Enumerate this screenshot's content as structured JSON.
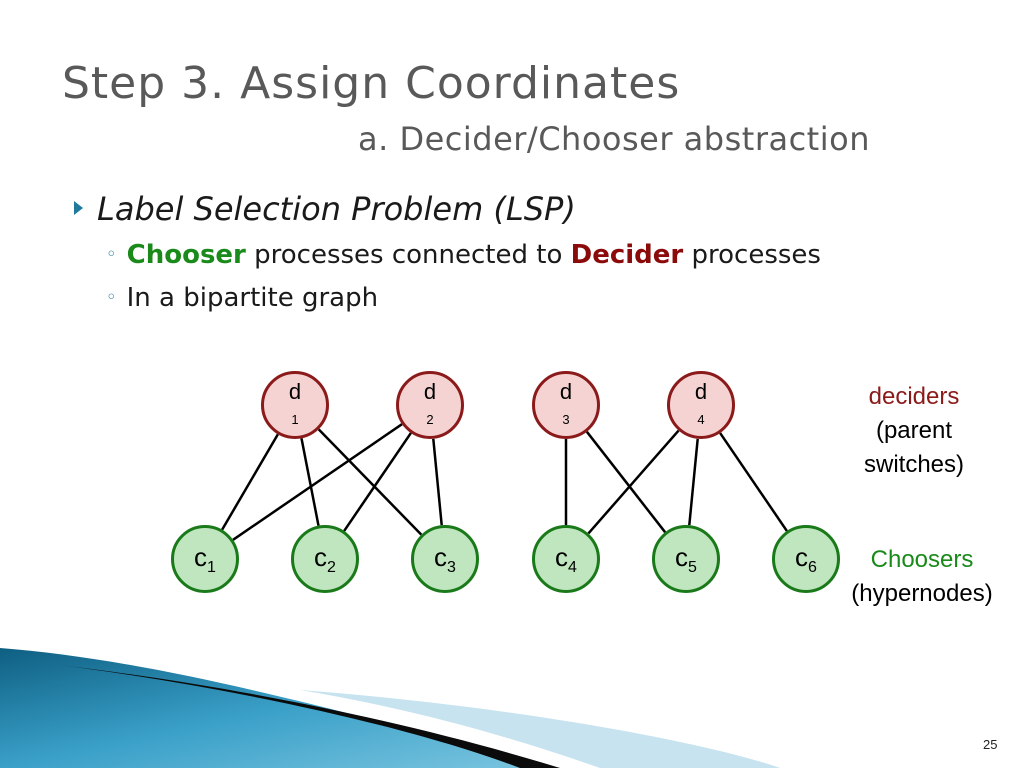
{
  "slide": {
    "title": "Step 3. Assign Coordinates",
    "subtitle": "a. Decider/Chooser abstraction",
    "page_number": "25"
  },
  "bullets": {
    "main": "Label Selection Problem (LSP)",
    "sub1": {
      "chooser": "Chooser",
      "middle": " processes connected to ",
      "decider": "Decider",
      "end": " processes"
    },
    "sub2": "In a bipartite graph",
    "sub_marker": "◦"
  },
  "diagram": {
    "deciders": [
      {
        "id": "d1",
        "letter": "d",
        "index": "1"
      },
      {
        "id": "d2",
        "letter": "d",
        "index": "2"
      },
      {
        "id": "d3",
        "letter": "d",
        "index": "3"
      },
      {
        "id": "d4",
        "letter": "d",
        "index": "4"
      }
    ],
    "choosers": [
      {
        "id": "c1",
        "letter": "c",
        "index": "1"
      },
      {
        "id": "c2",
        "letter": "c",
        "index": "2"
      },
      {
        "id": "c3",
        "letter": "c",
        "index": "3"
      },
      {
        "id": "c4",
        "letter": "c",
        "index": "4"
      },
      {
        "id": "c5",
        "letter": "c",
        "index": "5"
      },
      {
        "id": "c6",
        "letter": "c",
        "index": "6"
      }
    ],
    "edges": [
      [
        "d1",
        "c1"
      ],
      [
        "d1",
        "c2"
      ],
      [
        "d1",
        "c3"
      ],
      [
        "d2",
        "c1"
      ],
      [
        "d2",
        "c2"
      ],
      [
        "d2",
        "c3"
      ],
      [
        "d3",
        "c4"
      ],
      [
        "d3",
        "c5"
      ],
      [
        "d4",
        "c4"
      ],
      [
        "d4",
        "c5"
      ],
      [
        "d4",
        "c6"
      ]
    ],
    "decider_label": {
      "line1": "deciders",
      "line2": "(parent",
      "line3": "switches)"
    },
    "chooser_label": {
      "line1": "Choosers",
      "line2": "(hypernodes)"
    }
  },
  "colors": {
    "decider_fill": "#f6d3d3",
    "decider_stroke": "#8b1a1a",
    "chooser_fill": "#bfe6bf",
    "chooser_stroke": "#1a7a1a",
    "chooser_text": "#1a8a1a",
    "decider_text": "#8b0a0a",
    "accent": "#1f7a9e"
  }
}
